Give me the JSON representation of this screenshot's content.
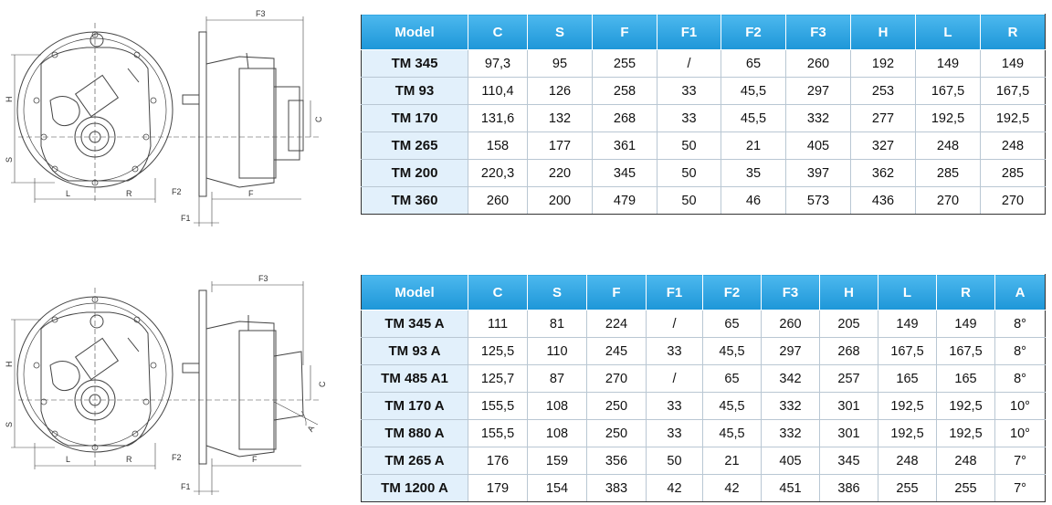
{
  "drawing_labels": {
    "f3": "F3",
    "h": "H",
    "s": "S",
    "l": "L",
    "r": "R",
    "f": "F",
    "f1": "F1",
    "f2": "F2",
    "c": "C",
    "a": "A"
  },
  "table1": {
    "headers": [
      "Model",
      "C",
      "S",
      "F",
      "F1",
      "F2",
      "F3",
      "H",
      "L",
      "R"
    ],
    "rows": [
      [
        "TM 345",
        "97,3",
        "95",
        "255",
        "/",
        "65",
        "260",
        "192",
        "149",
        "149"
      ],
      [
        "TM 93",
        "110,4",
        "126",
        "258",
        "33",
        "45,5",
        "297",
        "253",
        "167,5",
        "167,5"
      ],
      [
        "TM 170",
        "131,6",
        "132",
        "268",
        "33",
        "45,5",
        "332",
        "277",
        "192,5",
        "192,5"
      ],
      [
        "TM 265",
        "158",
        "177",
        "361",
        "50",
        "21",
        "405",
        "327",
        "248",
        "248"
      ],
      [
        "TM 200",
        "220,3",
        "220",
        "345",
        "50",
        "35",
        "397",
        "362",
        "285",
        "285"
      ],
      [
        "TM 360",
        "260",
        "200",
        "479",
        "50",
        "46",
        "573",
        "436",
        "270",
        "270"
      ]
    ]
  },
  "table2": {
    "headers": [
      "Model",
      "C",
      "S",
      "F",
      "F1",
      "F2",
      "F3",
      "H",
      "L",
      "R",
      "A"
    ],
    "rows": [
      [
        "TM 345 A",
        "111",
        "81",
        "224",
        "/",
        "65",
        "260",
        "205",
        "149",
        "149",
        "8°"
      ],
      [
        "TM 93 A",
        "125,5",
        "110",
        "245",
        "33",
        "45,5",
        "297",
        "268",
        "167,5",
        "167,5",
        "8°"
      ],
      [
        "TM 485 A1",
        "125,7",
        "87",
        "270",
        "/",
        "65",
        "342",
        "257",
        "165",
        "165",
        "8°"
      ],
      [
        "TM 170 A",
        "155,5",
        "108",
        "250",
        "33",
        "45,5",
        "332",
        "301",
        "192,5",
        "192,5",
        "10°"
      ],
      [
        "TM 880 A",
        "155,5",
        "108",
        "250",
        "33",
        "45,5",
        "332",
        "301",
        "192,5",
        "192,5",
        "10°"
      ],
      [
        "TM 265 A",
        "176",
        "159",
        "356",
        "50",
        "21",
        "405",
        "345",
        "248",
        "248",
        "7°"
      ],
      [
        "TM 1200 A",
        "179",
        "154",
        "383",
        "42",
        "42",
        "451",
        "386",
        "255",
        "255",
        "7°"
      ]
    ]
  }
}
